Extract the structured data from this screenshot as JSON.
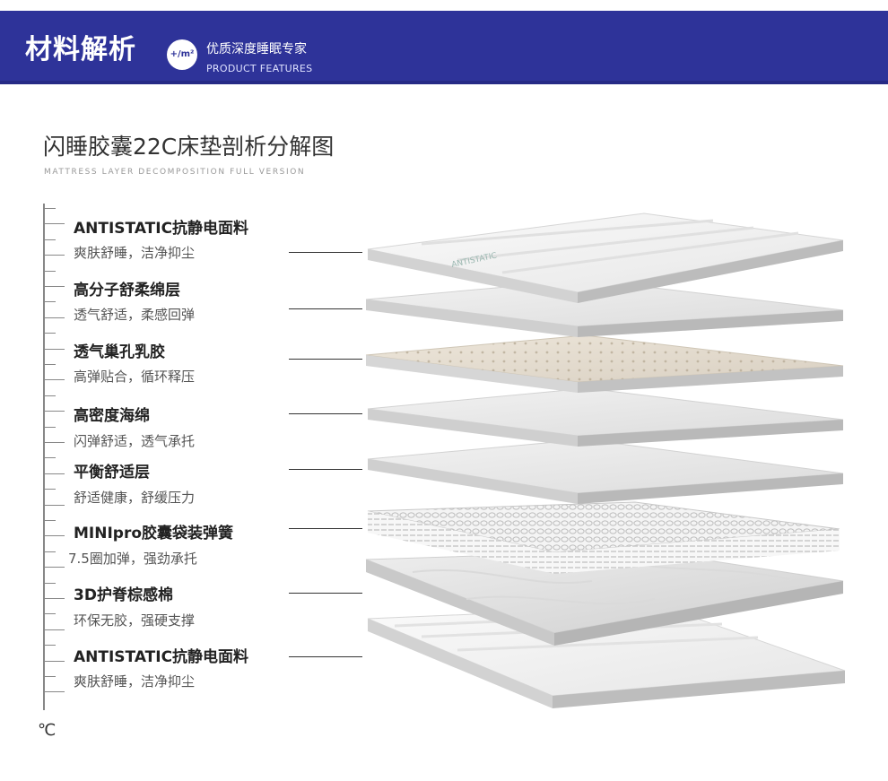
{
  "banner": {
    "title": "材料解析",
    "badge": "+/m²",
    "subtitle_cn": "优质深度睡眠专家",
    "subtitle_en": "PRODUCT FEATURES",
    "color": "#2e3399"
  },
  "section": {
    "title": "闪睡胶囊22C床垫剖析分解图",
    "subtitle": "MATTRESS LAYER DECOMPOSITION FULL VERSION"
  },
  "scale_unit": "℃",
  "layers": [
    {
      "name": "ANTISTATIC抗静电面料",
      "desc": "爽肤舒睡，洁净抑尘"
    },
    {
      "name": "高分子舒柔绵层",
      "desc": "透气舒适，柔感回弹"
    },
    {
      "name": "透气巢孔乳胶",
      "desc": "高弹贴合，循环释压"
    },
    {
      "name": "高密度海绵",
      "desc": "闪弹舒适，透气承托"
    },
    {
      "name": "平衡舒适层",
      "desc": "舒适健康，舒缓压力"
    },
    {
      "name": "MINIpro胶囊袋装弹簧",
      "desc": "7.5圈加弹，强劲承托"
    },
    {
      "name": "3D护脊棕感棉",
      "desc": "环保无胶，强硬支撑"
    },
    {
      "name": "ANTISTATIC抗静电面料",
      "desc": "爽肤舒睡，洁净抑尘"
    }
  ],
  "fabric_print": "ANTISTATIC"
}
